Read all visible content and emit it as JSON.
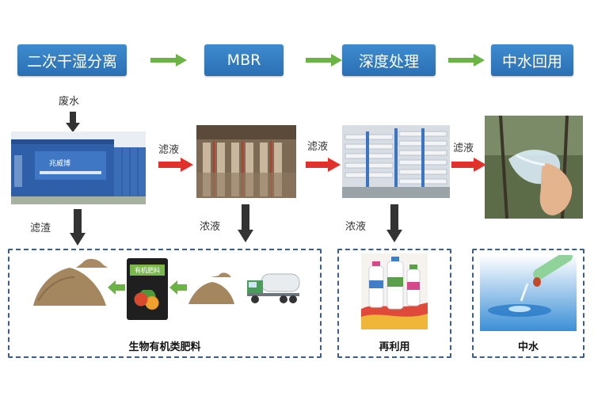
{
  "stages": [
    {
      "label": "二次干湿分离"
    },
    {
      "label": "MBR"
    },
    {
      "label": "深度处理"
    },
    {
      "label": "中水回用"
    }
  ],
  "labels": {
    "input": "废水",
    "filtrate_1": "滤液",
    "filtrate_2": "滤液",
    "filtrate_3": "滤液",
    "residue": "滤渣",
    "concentrate_1": "浓液",
    "concentrate_2": "浓液"
  },
  "equipment": {
    "container_sign": "兆威博"
  },
  "fertilizer_bag": {
    "title": "有机肥料"
  },
  "groups": {
    "fertilizer_caption": "生物有机类肥料",
    "reuse_caption": "再利用",
    "water_caption": "中水"
  },
  "colors": {
    "stage_blue": "#2f76bb",
    "arrow_green": "#6ab344",
    "arrow_red": "#e0322b",
    "arrow_black": "#333333",
    "dash_border": "#3a5f8c"
  }
}
